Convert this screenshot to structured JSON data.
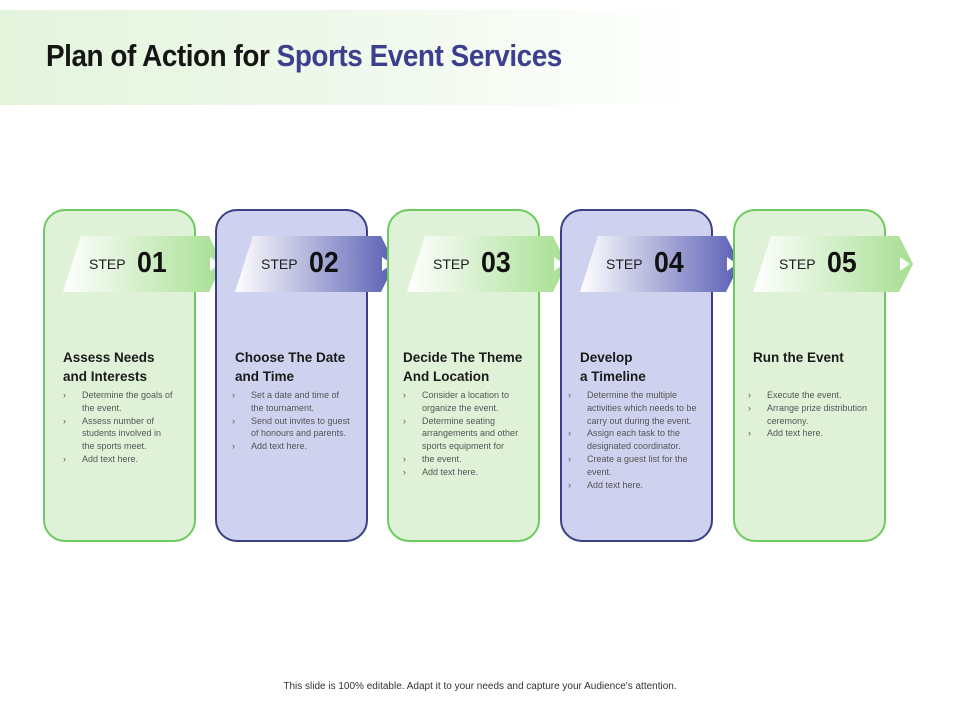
{
  "title": {
    "part1": "Plan of Action for",
    "part2": "Sports Event Services"
  },
  "colors": {
    "green_fill": "#dff2d7",
    "green_border": "#6ccb5f",
    "blue_fill": "#cfd2ee",
    "blue_border": "#3a3f86",
    "title_accent": "#3b3f8e"
  },
  "steps": [
    {
      "label": "STEP",
      "number": "01",
      "theme": "green",
      "heading": [
        "Assess Needs",
        "and Interests"
      ],
      "bullets": [
        "Determine the goals of the event.",
        "Assess number of students involved in the sports meet.",
        "Add text here."
      ]
    },
    {
      "label": "STEP",
      "number": "02",
      "theme": "blue",
      "heading": [
        "Choose The Date",
        "and Time"
      ],
      "bullets": [
        "Set a date and time of the tournament.",
        "Send out invites to guest of honours and parents.",
        "Add text here."
      ]
    },
    {
      "label": "STEP",
      "number": "03",
      "theme": "green",
      "heading": [
        "Decide The Theme",
        "And Location"
      ],
      "bullets": [
        "Consider a location to organize the event.",
        "Determine seating arrangements and other sports equipment for",
        "the event.",
        "Add text here."
      ]
    },
    {
      "label": "STEP",
      "number": "04",
      "theme": "blue",
      "heading": [
        "Develop",
        "a Timeline"
      ],
      "bullets": [
        "Determine the multiple activities which needs to be carry out during the event.",
        "Assign each task to the designated coordinator.",
        "Create a guest list for the event.",
        "Add text here."
      ]
    },
    {
      "label": "STEP",
      "number": "05",
      "theme": "green",
      "heading": [
        "Run the Event"
      ],
      "bullets": [
        "Execute the event.",
        "Arrange prize distribution ceremony.",
        "Add text here."
      ]
    }
  ],
  "footer": "This slide is 100% editable. Adapt it to your needs and capture your Audience's attention."
}
